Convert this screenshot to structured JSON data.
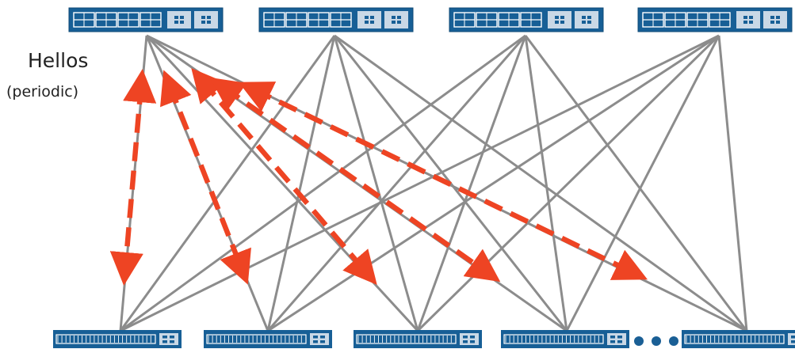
{
  "annotation": {
    "title": "Hellos",
    "subtitle": "(periodic)"
  },
  "colors": {
    "link": "#8c8c8c",
    "hello_arrow": "#ee4423",
    "switch_body": "#175f96",
    "switch_dark": "#0f4a75",
    "port_light": "#c9d8e6"
  },
  "topology": {
    "spine_count": 4,
    "leaf_count": 5,
    "full_mesh": true,
    "more_leaves_indicator": "ellipsis"
  },
  "hello_exchanges": [
    {
      "spine": 1,
      "leaf": 1
    },
    {
      "spine": 1,
      "leaf": 2
    },
    {
      "spine": 1,
      "leaf": 3
    },
    {
      "spine": 1,
      "leaf": 4
    },
    {
      "spine": 1,
      "leaf": 5
    }
  ]
}
